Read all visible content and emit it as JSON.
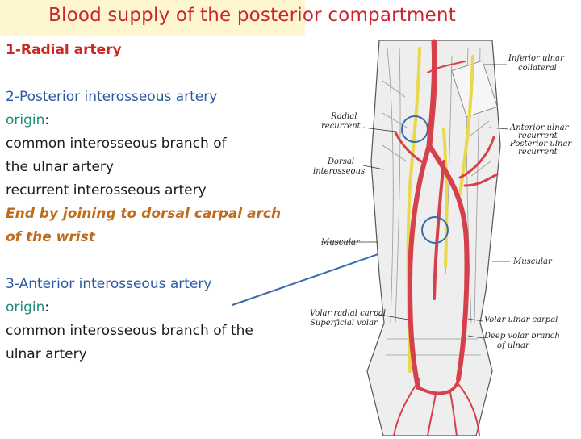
{
  "title": "Blood supply of the posterior compartment",
  "items": {
    "radial": "1-Radial artery",
    "posterior_heading": "2-Posterior interosseous artery",
    "posterior_origin_label": "origin",
    "posterior_origin_colon": ":",
    "posterior_line1": "common interosseous branch of",
    "posterior_line2": "the ulnar artery",
    "posterior_line3": "recurrent interosseous artery",
    "posterior_end1": "End by joining to dorsal carpal arch",
    "posterior_end2": "of the wrist",
    "anterior_heading": "3-Anterior interosseous artery",
    "anterior_origin_label": "origin",
    "anterior_origin_colon": ":",
    "anterior_line1": "common interosseous branch of the",
    "anterior_line2": "ulnar artery"
  },
  "figure_labels": {
    "inferior_ulnar": "Inferior ulnar",
    "collateral": "collateral",
    "radial": "Radial",
    "recurrent": "recurrent",
    "anterior_ulnar": "Anterior ulnar",
    "recurrent2": "recurrent",
    "posterior_ulnar": "Posterior ulnar",
    "recurrent3": "recurrent",
    "dorsal": "Dorsal",
    "interosseous": "interosseous",
    "muscular_left": "Muscular",
    "muscular_right": "Muscular",
    "volar_radial_carpal": "Volar radial carpal",
    "superficial_volar": "Superficial volar",
    "volar_ulnar_carpal": "Volar ulnar carpal",
    "deep_volar_branch": "Deep volar branch",
    "of_ulnar": "of ulnar"
  },
  "colors": {
    "title": "#c8282c",
    "heading": "#2c5aa0",
    "origin": "#1e8a7a",
    "end_note": "#c06a1c",
    "artery": "#d6404a",
    "nerve": "#e8d84a",
    "pointer": "#3a6aa8"
  }
}
